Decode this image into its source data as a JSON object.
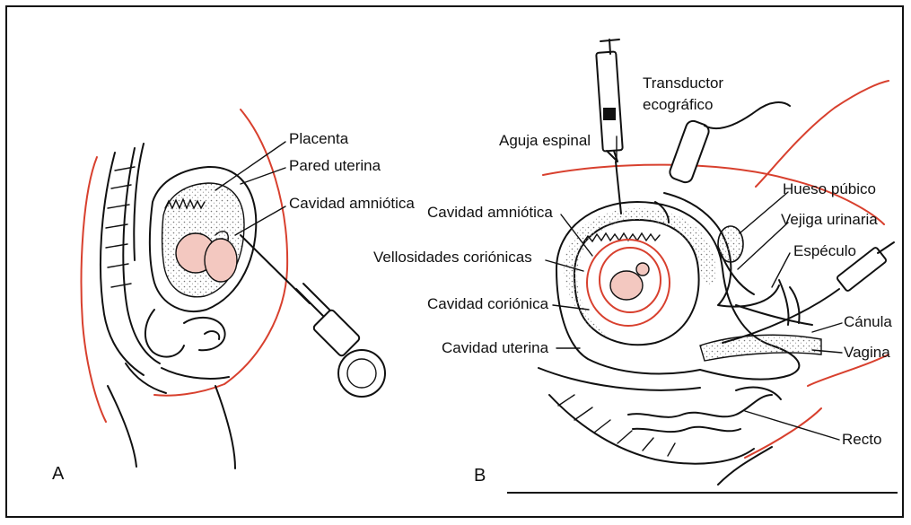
{
  "panel_a": {
    "letter": "A",
    "labels": {
      "placenta": "Placenta",
      "pared_uterina": "Pared uterina",
      "cavidad_amniotica": "Cavidad amniótica"
    }
  },
  "panel_b": {
    "letter": "B",
    "labels": {
      "transductor": "Transductor",
      "ecografico": "ecográfico",
      "aguja_espinal": "Aguja espinal",
      "hueso_pubico": "Hueso púbico",
      "vejiga_urinaria": "Vejiga urinaria",
      "cavidad_amniotica": "Cavidad amniótica",
      "especulo": "Espéculo",
      "vellosidades": "Vellosidades coriónicas",
      "cavidad_corionica": "Cavidad coriónica",
      "canula": "Cánula",
      "cavidad_uterina": "Cavidad uterina",
      "vagina": "Vagina",
      "recto": "Recto"
    }
  },
  "colors": {
    "ink": "#111111",
    "red_outline": "#d8402e",
    "fetus_pink": "#f3c8c0",
    "tissue_stipple": "#c9c9c9"
  }
}
